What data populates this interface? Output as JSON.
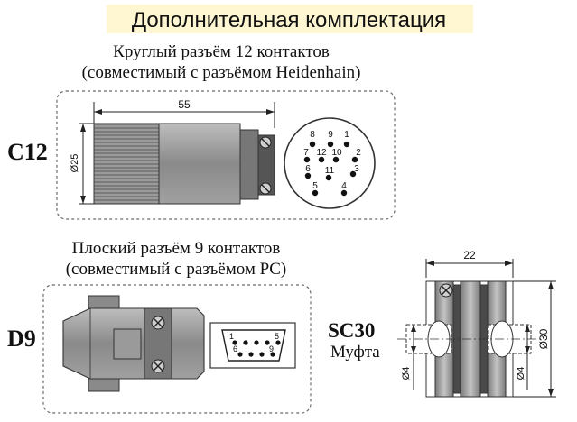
{
  "header": {
    "title": "Дополнительная комплектация",
    "title_band_color": "#fff6d2"
  },
  "c12": {
    "code": "C12",
    "caption_line1": "Круглый разъём 12 контактов",
    "caption_line2": "(совместимый с разъёмом Heidenhain)",
    "dim_length": "55",
    "dim_diameter": "Ø25",
    "pins": [
      "1",
      "2",
      "3",
      "4",
      "5",
      "6",
      "7",
      "8",
      "9",
      "10",
      "11",
      "12"
    ]
  },
  "d9": {
    "code": "D9",
    "caption_line1": "Плоский разъём 9 контактов",
    "caption_line2": "(совместимый с разъёмом PC)",
    "pin_labels": [
      "1",
      "5",
      "6",
      "9"
    ]
  },
  "sc30": {
    "code": "SC30",
    "name": "Муфта",
    "dim_length": "22",
    "dim_diameter": "Ø30",
    "dim_bore_left": "Ø4",
    "dim_bore_right": "Ø4"
  },
  "colors": {
    "line": "#222222",
    "panel_border": "#6a6a6a",
    "metal_dark": "#555555",
    "metal_light": "#b8b8b8"
  }
}
